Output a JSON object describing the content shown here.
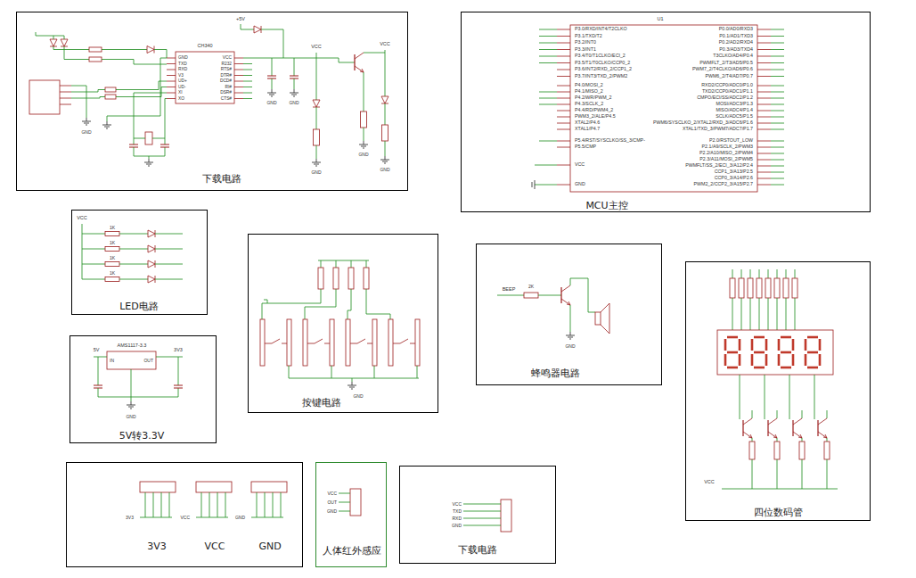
{
  "diagram": {
    "nodes": [
      {
        "text": [
          "下载电路"
        ]
      },
      {
        "text": [
          "MCU主控"
        ]
      },
      {
        "text": [
          "LED电路"
        ]
      },
      {
        "text": [
          "按键电路"
        ]
      },
      {
        "text": [
          "蜂鸣器电路"
        ]
      },
      {
        "text": [
          "四位数码管"
        ]
      },
      {
        "text": [
          "5V转3.3V"
        ]
      },
      {
        "text": [
          "3V3",
          "VCC",
          "GND"
        ]
      },
      {
        "text": [
          "人体红外感应"
        ]
      },
      {
        "text": [
          "下载电路"
        ]
      }
    ],
    "labels": [
      "P3.0/RXD/INT4/T2CLKO",
      "P3.1/TXD/T2",
      "P3.2/INT0",
      "P3.3/INT1",
      "P3.4/T0/T1CLKO/ECI_2",
      "P3.5/T1/T0CLKO/CCP0_2",
      "P3.6/INT2/RXD_2/CCP1_2",
      "P3.7/INT3/TXD_2/PWM2",
      "P4.0/MOSI_2",
      "P4.1/MISO_2",
      "P4.2/WR/PWM_2",
      "P4.3/SCLK_2",
      "P4.4/RD/PWM4_2",
      "PWM3_2/ALE/P4.5",
      "XTAL2/P4.6",
      "XTAL1/P4.7",
      "P5.4/RST/SYSCLKO/SS_3/CMP-",
      "P5.5/CMP",
      "VCC",
      "GND",
      "P0.0/AD0/RXD3",
      "P0.1/AD1/TXD3",
      "P0.2/AD2/RXD4",
      "P0.3/AD3/TXD4",
      "T3CLKO/AD4/P0.4",
      "PWMFLT_2/T3/AD5/P0.5",
      "PWM7_2/T4CLKO/AD6/P0.6",
      "PWM6_2/T4/AD7/P0.7",
      "RXD2/CCP0/ADC0/P1.0",
      "TXD2/CCP0/ADC1/P1.1",
      "CMPO/ECI/SS/ADC2/P1.2",
      "MOSI/ADC3/P1.3",
      "MISO/ADC4/P1.4",
      "SCLK/ADC5/P1.5",
      "PWM6/SYSCLKO_2/XTAL2/RXD_3/ADC6/P1.6",
      "XTAL1/TXD_3/PWM7/ADC7/P1.7",
      "P2.0/RSTOUT_LOW",
      "P2.1/A9/SCLK_2/PWM3",
      "P2.2/A10/MISO_2/PWM4",
      "P2.3/A11/MOSI_2/PWM5",
      "PWMFLT/SS_2/ECI_3/A12/P2.4",
      "CCP1_3/A13/P2.5",
      "CCP0_3/A14/P2.6",
      "PWM2_2/CCP2_3/A15/P2.7",
      "U1",
      "GND",
      "TXD",
      "RXD",
      "V3",
      "UD+",
      "UD-",
      "XI",
      "XO",
      "VCC",
      "R232",
      "RTS#",
      "DTR#",
      "DCD#",
      "RI#",
      "DSR#",
      "CTS#",
      "CH340",
      "+5V",
      "VCC",
      "VCC",
      "GND",
      "GND",
      "GND",
      "GND",
      "GND",
      "GND",
      "VCC",
      "1K",
      "1K",
      "1K",
      "1K",
      "AMS1117-3.3",
      "IN",
      "OUT",
      "GND",
      "5V",
      "3V3",
      "GND",
      "BEEP",
      "2K",
      "GND",
      "VCC",
      "VCC",
      "OUT",
      "GND",
      "VCC",
      "TXD",
      "RXD",
      "GND",
      "3V3",
      "VCC",
      "GND"
    ]
  }
}
